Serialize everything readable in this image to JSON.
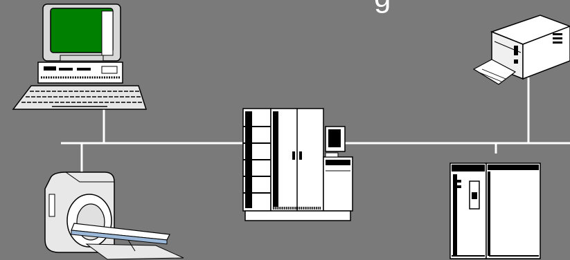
{
  "diagram": {
    "title_fragment": "g",
    "nodes": [
      {
        "id": "workstation",
        "icon": "desktop-computer-icon"
      },
      {
        "id": "ct-scanner",
        "icon": "ct-scanner-icon"
      },
      {
        "id": "server",
        "icon": "mainframe-server-icon"
      },
      {
        "id": "printer",
        "icon": "printer-icon"
      },
      {
        "id": "storage",
        "icon": "storage-cabinet-icon"
      }
    ],
    "colors": {
      "background": "#7a7a7a",
      "network_line": "#ffffff",
      "screen": "#008000",
      "device_body": "#ffffff",
      "outline": "#000000"
    }
  }
}
